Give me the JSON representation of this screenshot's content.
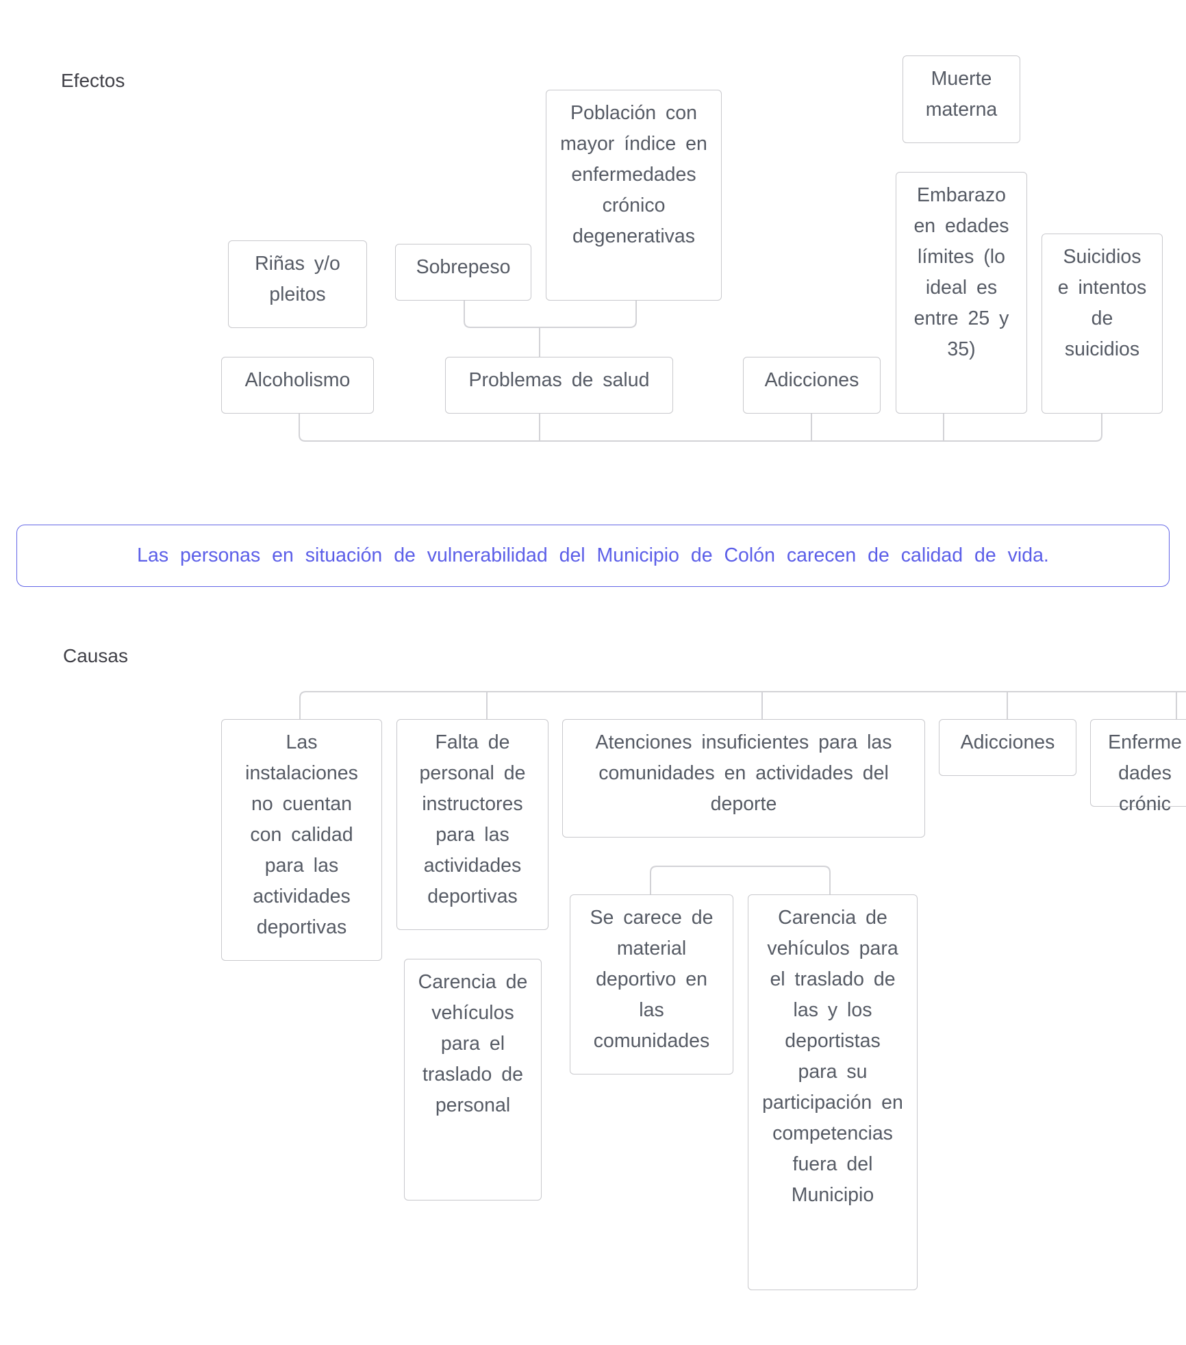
{
  "sections": {
    "effects_label": "Efectos",
    "causes_label": "Causas"
  },
  "problem": {
    "text": "Las personas en situación de vulnerabilidad del Municipio de Colón carecen de calidad de vida."
  },
  "effects": {
    "alcoholismo": "Alcoholismo",
    "rinas": "Riñas y/o pleitos",
    "problemas_salud": "Problemas de salud",
    "sobrepeso": "Sobrepeso",
    "poblacion_enfermedades": "Población con mayor índice en enfermedades crónico degenerativas",
    "adicciones": "Adicciones",
    "embarazo": "Embarazo en edades límites (lo ideal es entre 25 y 35)",
    "muerte_materna": "Muerte materna",
    "suicidios": "Suicidios e intentos de suicidios"
  },
  "causes": {
    "instalaciones": "Las instalaciones no cuentan con calidad para las actividades deportivas",
    "falta_personal": "Falta de personal de instructores para las actividades deportivas",
    "carencia_vehiculos_personal": "Carencia de vehículos para el traslado de personal",
    "atenciones": "Atenciones insuficientes para las comunidades en actividades del deporte",
    "material_deportivo": "Se carece de material deportivo en las comunidades",
    "carencia_vehiculos_deportistas": "Carencia de vehículos para el traslado de las y los deportistas para su participación en competencias fuera del Municipio",
    "adicciones": "Adicciones",
    "enfermedades_cut": "Enfermedades crónic"
  },
  "colors": {
    "node_border": "#c8c8cc",
    "node_text": "#555a64",
    "problem_border": "#6366e6",
    "problem_text": "#5b5ee8",
    "connector": "#d2d2d6"
  }
}
